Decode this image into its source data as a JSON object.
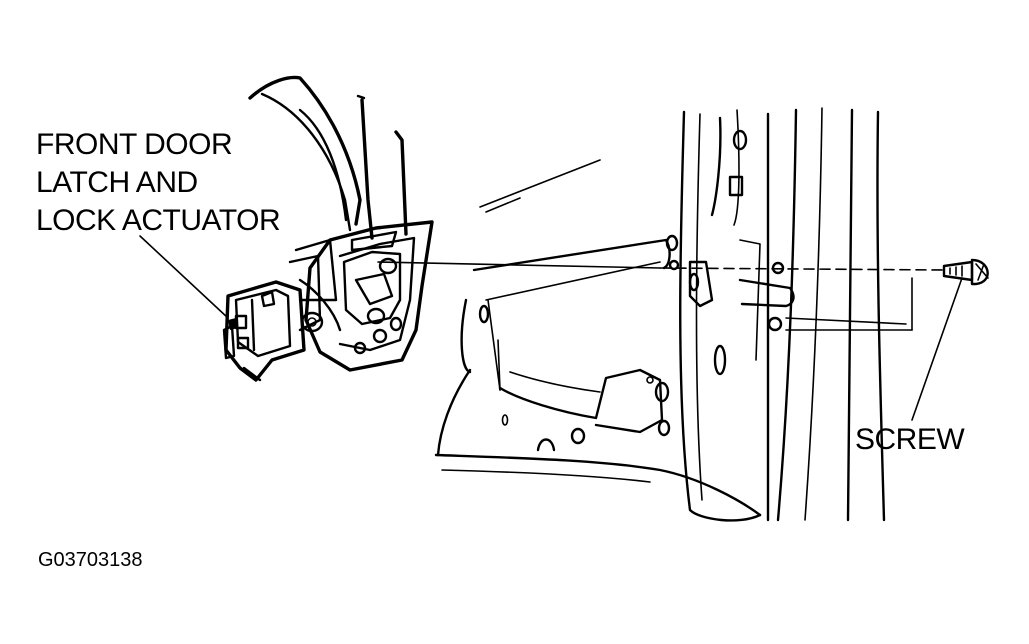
{
  "labels": {
    "latch_line1": "FRONT DOOR",
    "latch_line2": "LATCH AND",
    "latch_line3": "LOCK  ACTUATOR",
    "screw": "SCREW",
    "figure_id": "G03703138"
  },
  "colors": {
    "ink": "#000000",
    "background": "#ffffff"
  }
}
